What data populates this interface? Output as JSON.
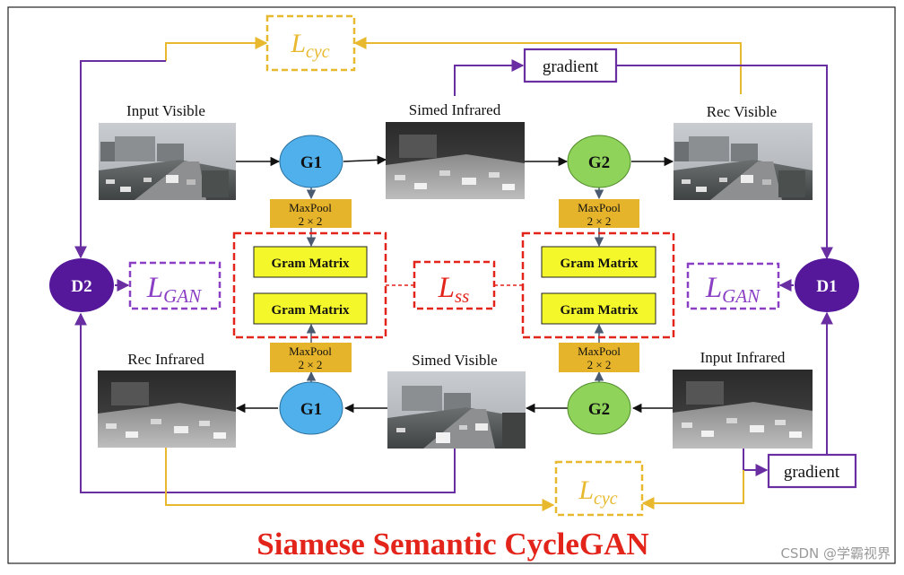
{
  "title": "Siamese Semantic CycleGAN",
  "watermark": "CSDN @学霸视界",
  "images": {
    "input_visible": "Input Visible",
    "simed_infrared": "Simed Infrared",
    "rec_visible": "Rec Visible",
    "rec_infrared": "Rec Infrared",
    "simed_visible": "Simed Visible",
    "input_infrared": "Input Infrared"
  },
  "nodes": {
    "g1": "G1",
    "g2": "G2",
    "d1": "D1",
    "d2": "D2"
  },
  "maxpool": {
    "label": "MaxPool",
    "size": "2 × 2"
  },
  "gram_matrix": "Gram Matrix",
  "gradient": "gradient",
  "losses": {
    "l": "L",
    "cyc": "cyc",
    "gan": "GAN",
    "ss": "ss"
  },
  "colors": {
    "purple": "#6a2ea3",
    "gold": "#e8b92e",
    "red": "#e3241b",
    "g1_blue": "#4fb0ec",
    "g2_green": "#8fd35a",
    "d_purple": "#55189a",
    "gram_yellow": "#f4f82a",
    "maxpool_gold": "#e6b42b"
  }
}
